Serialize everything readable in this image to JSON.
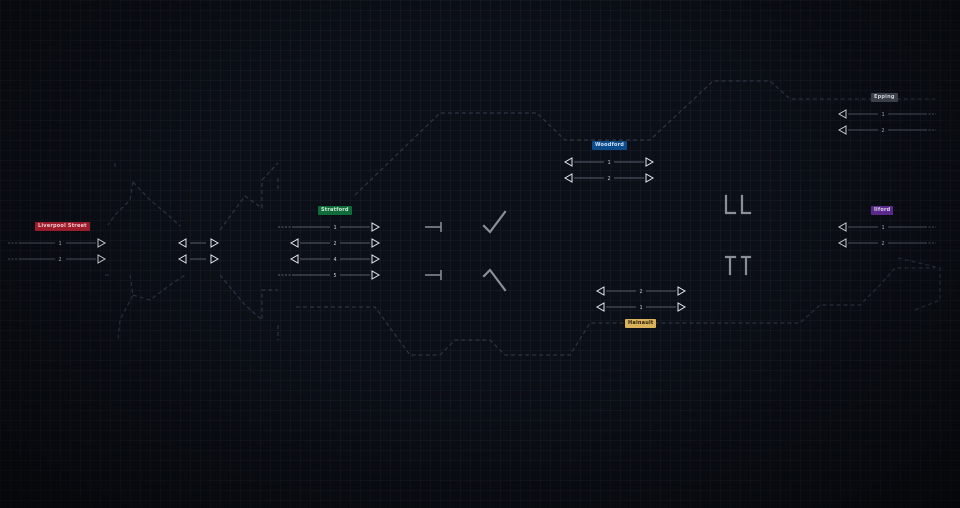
{
  "stations": {
    "liverpool_street": {
      "name": "Liverpool Street",
      "color": "#9b1c2a",
      "text_color": "#f2c9cf",
      "platforms": [
        "1",
        "2"
      ]
    },
    "stratford": {
      "name": "Stratford",
      "color": "#116b3a",
      "text_color": "#cdeed8",
      "platforms": [
        "1",
        "2",
        "4",
        "5"
      ]
    },
    "woodford": {
      "name": "Woodford",
      "color": "#0d4c8c",
      "text_color": "#d2e3f7",
      "platforms": [
        "1",
        "2"
      ]
    },
    "hainault": {
      "name": "Hainault",
      "color": "#d9b25a",
      "text_color": "#2a2110",
      "platforms": [
        "2",
        "1"
      ]
    },
    "epping": {
      "name": "Epping",
      "color": "#3a3f48",
      "text_color": "#c9ced6",
      "platforms": [
        "1",
        "2"
      ]
    },
    "ilford": {
      "name": "Ilford",
      "color": "#5a2a8a",
      "text_color": "#e0cdf3",
      "platforms": [
        "1",
        "2"
      ]
    }
  },
  "colors": {
    "background": "#0b0f17",
    "track": "#cfd4dc",
    "route_dashed": "#2c3646",
    "switch": "#8a8f98"
  }
}
